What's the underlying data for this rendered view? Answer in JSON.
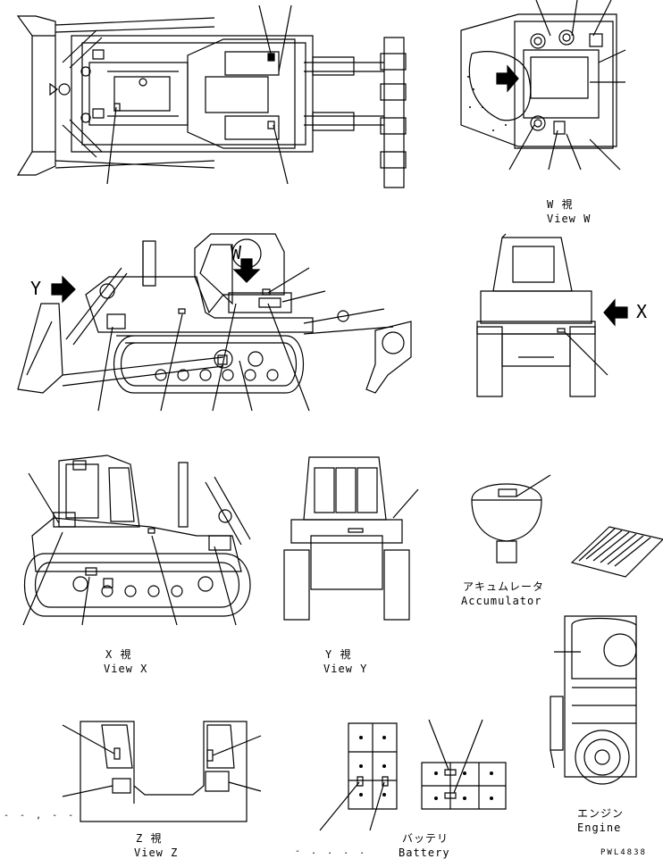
{
  "labels": {
    "view_w_jp": "W 視",
    "view_w_en": "View W",
    "view_x_jp": "X 視",
    "view_x_en": "View X",
    "view_y_jp": "Y 視",
    "view_y_en": "View Y",
    "view_z_jp": "Z 視",
    "view_z_en": "View Z",
    "accumulator_jp": "アキュムレータ",
    "accumulator_en": "Accumulator",
    "battery_jp": "バッテリ",
    "battery_en": "Battery",
    "engine_jp": "エンジン",
    "engine_en": "Engine",
    "arrow_w": "W",
    "arrow_x": "X",
    "arrow_y": "Y"
  },
  "figure_code": "PWL4838",
  "dash_marks": {
    "z_left": "- - , - -",
    "battery_left": "- .      . . ."
  }
}
